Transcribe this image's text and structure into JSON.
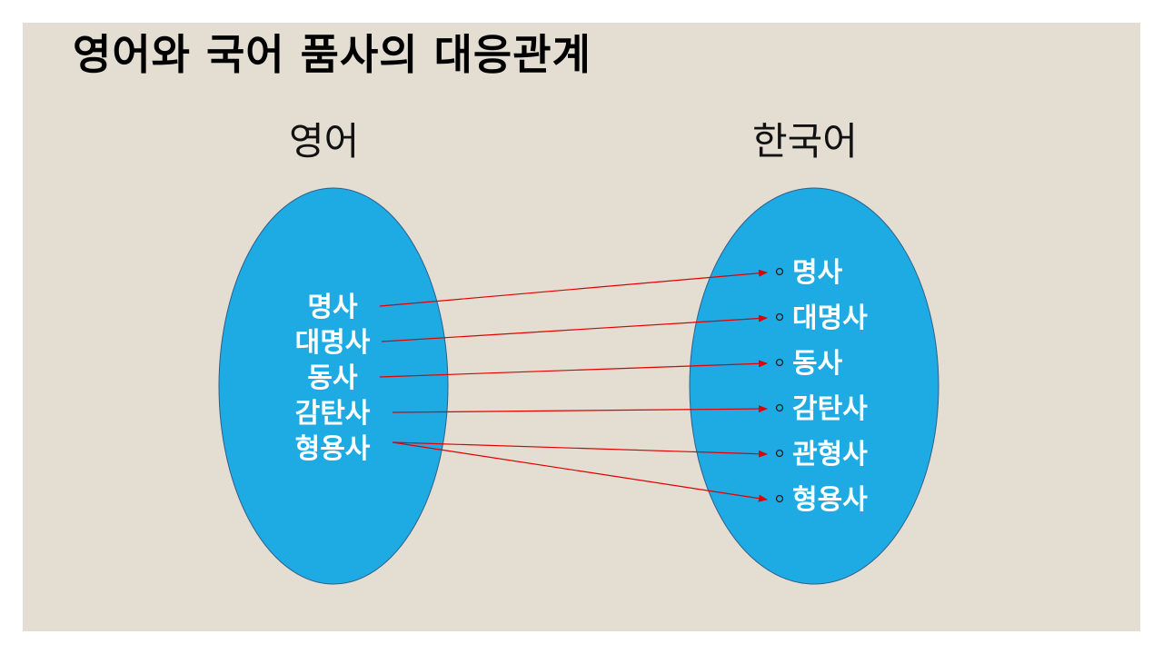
{
  "title": "영어와 국어 품사의 대응관계",
  "left_heading": "영어",
  "right_heading": "한국어",
  "colors": {
    "background": "#e4ded2",
    "ellipse_fill": "#1eabe3",
    "ellipse_stroke": "#2f5e8a",
    "arrow": "#e00000",
    "word": "#ffffff"
  },
  "left_items": [
    "명사",
    "대명사",
    "동사",
    "감탄사",
    "형용사"
  ],
  "right_items": [
    "명사",
    "대명사",
    "동사",
    "감탄사",
    "관형사",
    "형용사"
  ],
  "bullet_icon": "hollow-circle-bullet",
  "mappings": [
    {
      "from": 0,
      "to": 0
    },
    {
      "from": 1,
      "to": 1
    },
    {
      "from": 2,
      "to": 2
    },
    {
      "from": 3,
      "to": 3
    },
    {
      "from": 4,
      "to": 4
    },
    {
      "from": 4,
      "to": 5
    }
  ]
}
